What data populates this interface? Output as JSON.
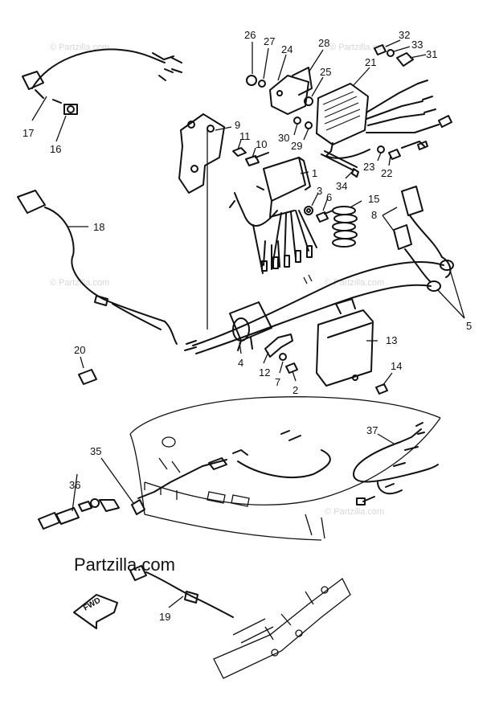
{
  "brand": "Partzilla.com",
  "watermark": "© Partzilla.com",
  "fwd_label": "FWD",
  "callouts": [
    {
      "id": "26",
      "label": "26"
    },
    {
      "id": "27",
      "label": "27"
    },
    {
      "id": "24",
      "label": "24"
    },
    {
      "id": "28",
      "label": "28"
    },
    {
      "id": "21",
      "label": "21"
    },
    {
      "id": "25",
      "label": "25"
    },
    {
      "id": "32",
      "label": "32"
    },
    {
      "id": "33",
      "label": "33"
    },
    {
      "id": "31",
      "label": "31"
    },
    {
      "id": "9",
      "label": "9"
    },
    {
      "id": "11",
      "label": "11"
    },
    {
      "id": "10",
      "label": "10"
    },
    {
      "id": "30",
      "label": "30"
    },
    {
      "id": "29",
      "label": "29"
    },
    {
      "id": "23",
      "label": "23"
    },
    {
      "id": "22",
      "label": "22"
    },
    {
      "id": "17",
      "label": "17"
    },
    {
      "id": "16",
      "label": "16"
    },
    {
      "id": "1",
      "label": "1"
    },
    {
      "id": "34",
      "label": "34"
    },
    {
      "id": "3",
      "label": "3"
    },
    {
      "id": "6",
      "label": "6"
    },
    {
      "id": "15",
      "label": "15"
    },
    {
      "id": "8",
      "label": "8"
    },
    {
      "id": "18",
      "label": "18"
    },
    {
      "id": "5",
      "label": "5"
    },
    {
      "id": "20",
      "label": "20"
    },
    {
      "id": "13",
      "label": "13"
    },
    {
      "id": "4",
      "label": "4"
    },
    {
      "id": "12",
      "label": "12"
    },
    {
      "id": "7",
      "label": "7"
    },
    {
      "id": "2",
      "label": "2"
    },
    {
      "id": "14",
      "label": "14"
    },
    {
      "id": "37",
      "label": "37"
    },
    {
      "id": "35",
      "label": "35"
    },
    {
      "id": "36",
      "label": "36"
    },
    {
      "id": "19",
      "label": "19"
    }
  ]
}
